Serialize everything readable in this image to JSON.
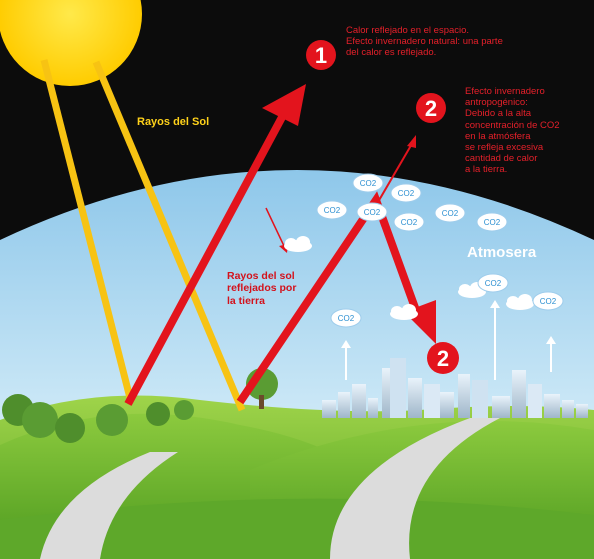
{
  "labels": {
    "sun_rays": "Rayos del Sol",
    "callout_1": "Calor reflejado en el espacio.\nEfecto invernadero natural: una parte\ndel calor es reflejado.",
    "callout_2": "Efecto invernadero\nantropogénico:\nDebido a la alta\nconcentración de CO2\nen la atmósfera\nse refleja excesiva\ncantidad de calor\na la tierra.",
    "reflected_rays": "Rayos del sol\nreflejados por\nla tierra",
    "atmosphere": "Atmosera"
  },
  "badges": {
    "one": "1",
    "two": "2"
  },
  "molecule_label": "CO2",
  "colors": {
    "space": "#0c0c0c",
    "sun": "#ffd400",
    "sun_ray": "#f7c313",
    "heat_arrow": "#e3141d",
    "sky_top": "#8ec7ea",
    "grass": "#7ec23a",
    "road": "#d9d9d9"
  }
}
